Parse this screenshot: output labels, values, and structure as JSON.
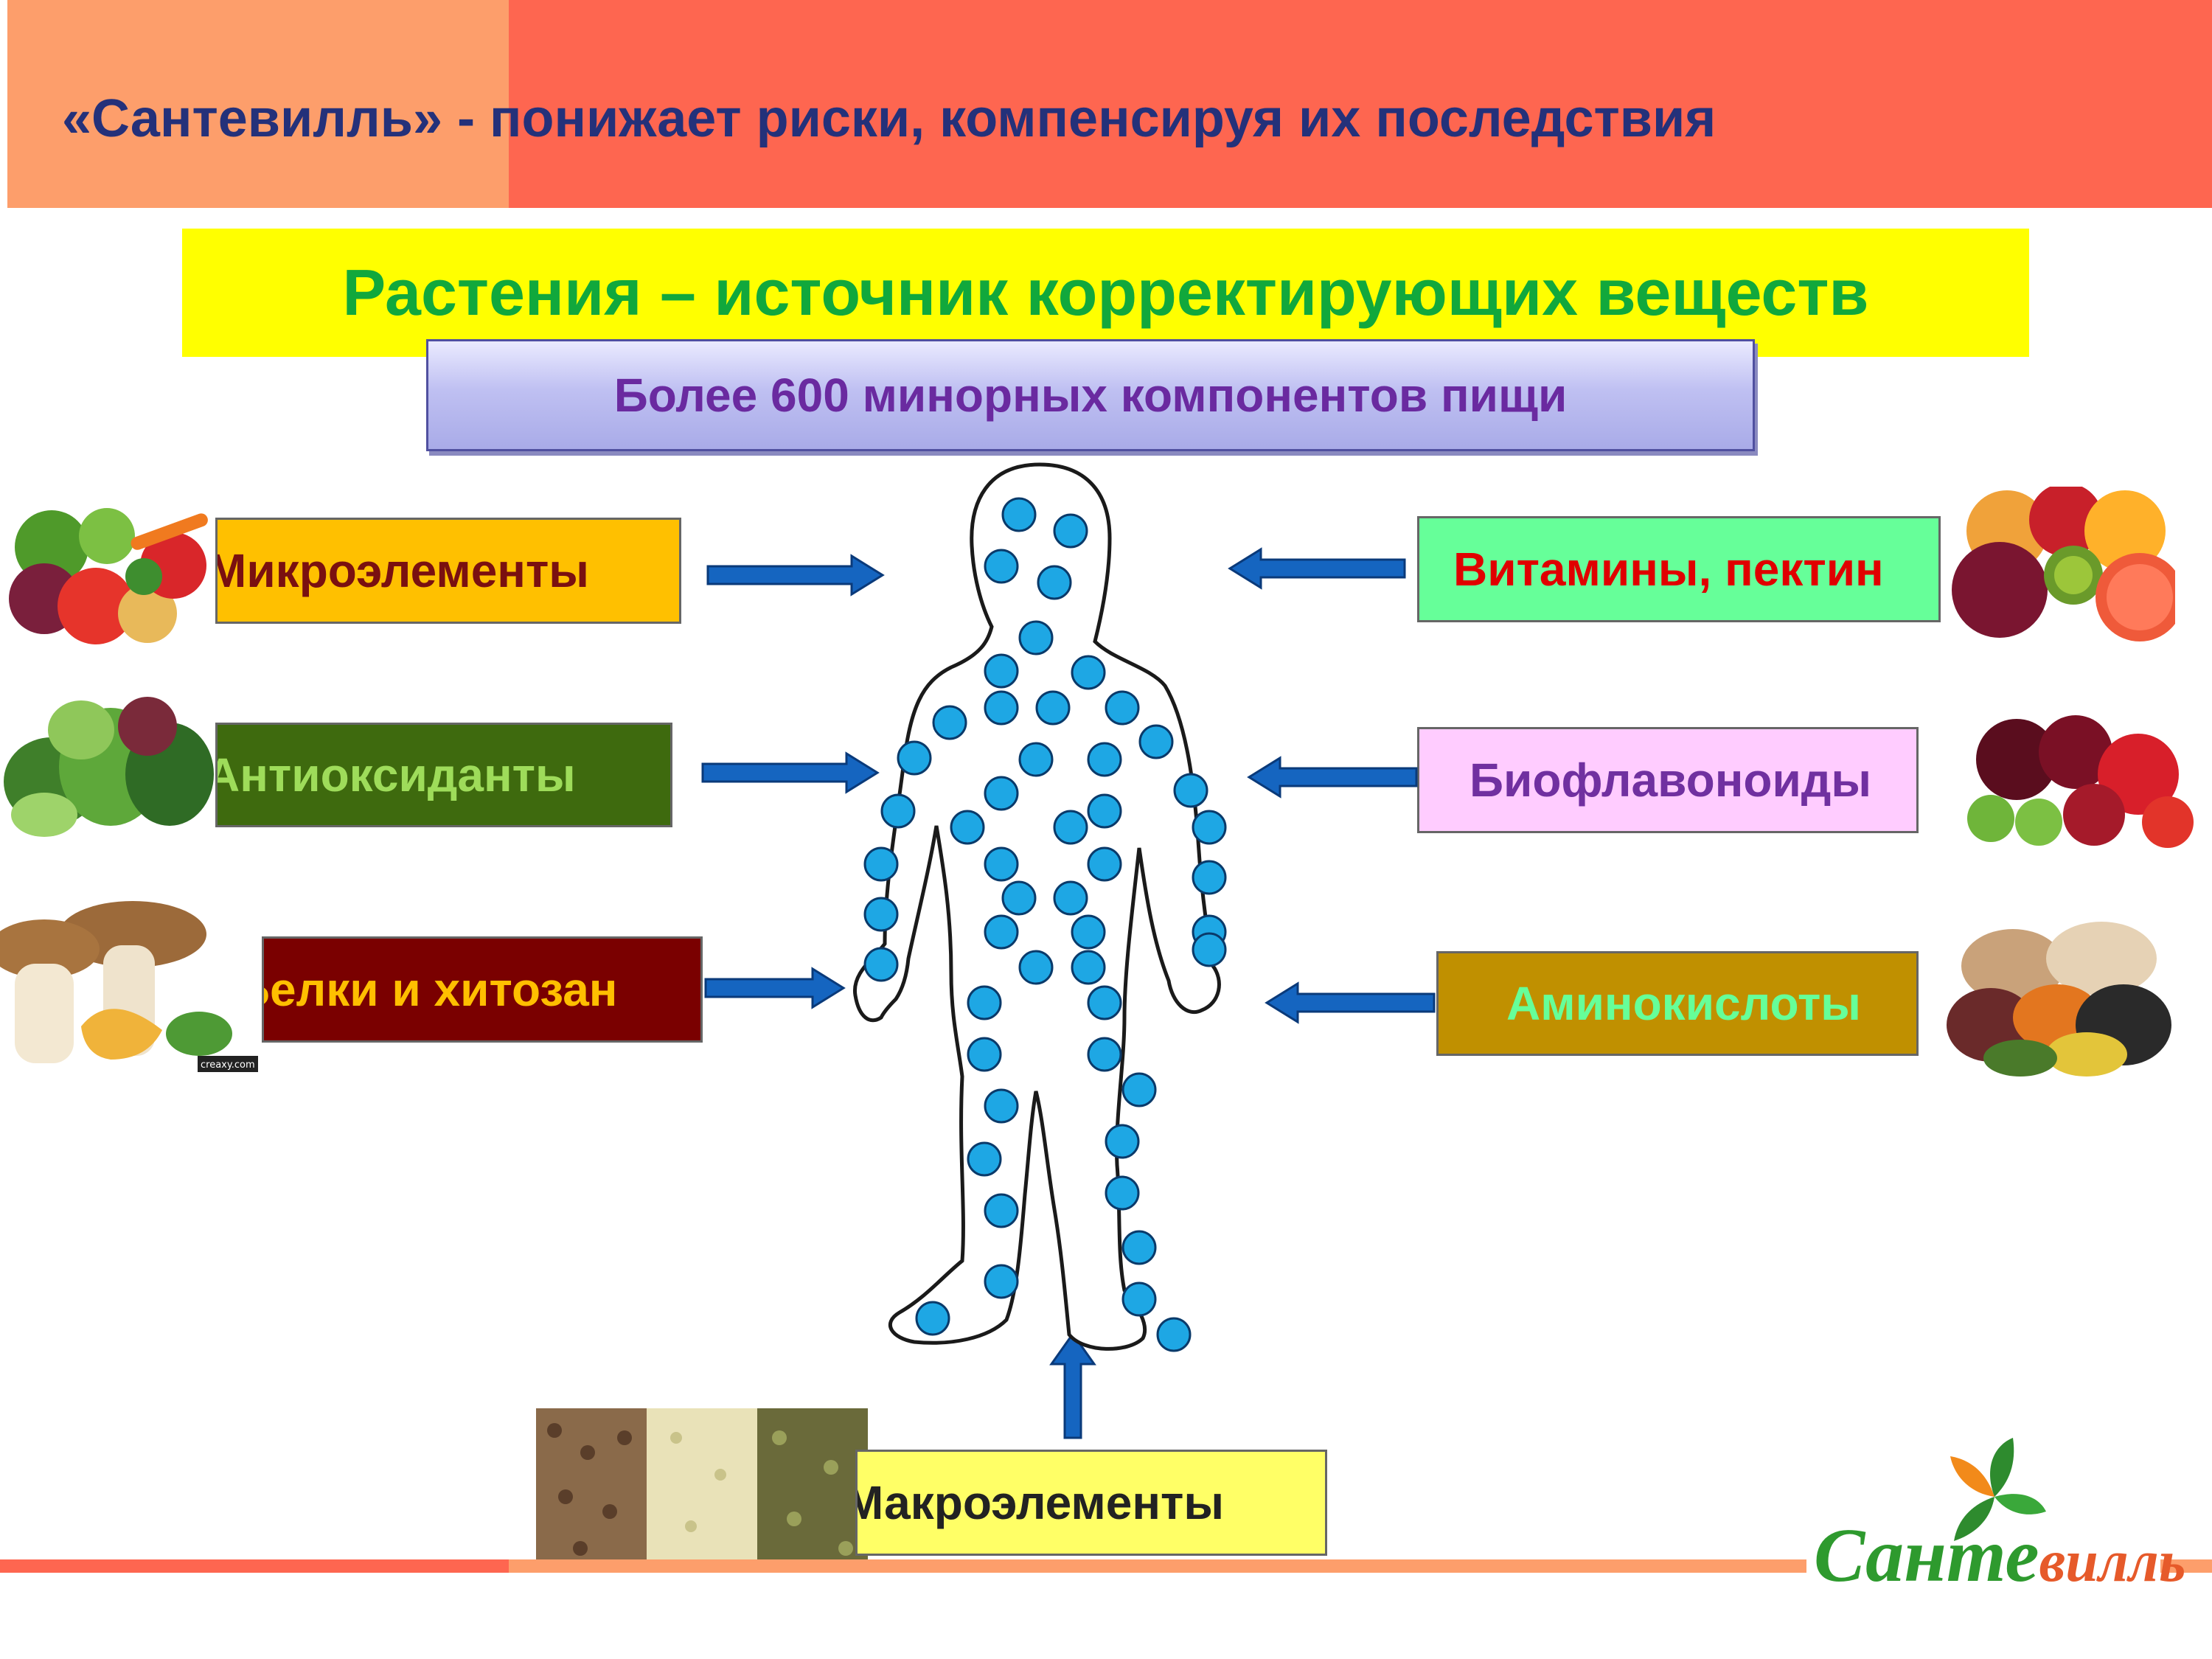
{
  "header": {
    "title": "«Сантевилль» - понижает риски, компенсируя их последствия"
  },
  "subtitle": "Растения – источник корректирующих веществ",
  "minor_components": "Более 600 минорных компонентов пищи",
  "left_labels": {
    "microelements": "Микроэлементы",
    "antioxidants": "Антиоксиданты",
    "proteins": "Белки и хитозан"
  },
  "right_labels": {
    "vitamins": "Витамины, пектин",
    "bioflavonoids": "Биофлавоноиды",
    "amino_acids": "Аминокислоты"
  },
  "bottom_label": "Макроэлементы",
  "logo": {
    "text_part1": "Санте",
    "text_part2": "вилль"
  },
  "watermark": "creaxy.com",
  "colors": {
    "header_dark_orange": "#fe6650",
    "header_light_orange": "#fd9e6b",
    "title_navy": "#24317a",
    "subtitle_green": "#11a83c",
    "subtitle_bg": "#ffff00",
    "dot_blue": "#1ea7e4",
    "arrow_blue": "#1565c0"
  }
}
